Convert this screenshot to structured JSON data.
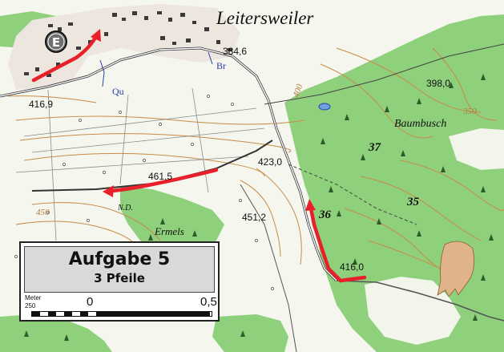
{
  "map": {
    "labels": {
      "town": "Leitersweiler",
      "forest_name": "Baumbusch",
      "field_name": "Ermels",
      "nd": "N.D.",
      "marker_e": "E",
      "br": "Br",
      "qu": "Qu",
      "forest_37": "37",
      "forest_36": "36",
      "forest_35": "35"
    },
    "heights": {
      "h_384": "384,6",
      "h_416_9": "416,9",
      "h_398": "398,0",
      "h_423": "423,0",
      "h_461": "461,5",
      "h_451": "451,2",
      "h_416_0": "416,0"
    },
    "contours": {
      "c_400": "400",
      "c_350": "350",
      "c_450": "450"
    },
    "colors": {
      "forest": "#8fd07c",
      "contour": "#c98a45",
      "arrow": "#e8202a",
      "water": "#2a3fa8",
      "dig_site": "#e0b48a"
    }
  },
  "legend": {
    "title": "Aufgabe 5",
    "subtitle": "3 Pfeile",
    "scale_unit": "Meter",
    "scale_left": "250",
    "scale_zero": "0",
    "scale_right": "0,5"
  }
}
